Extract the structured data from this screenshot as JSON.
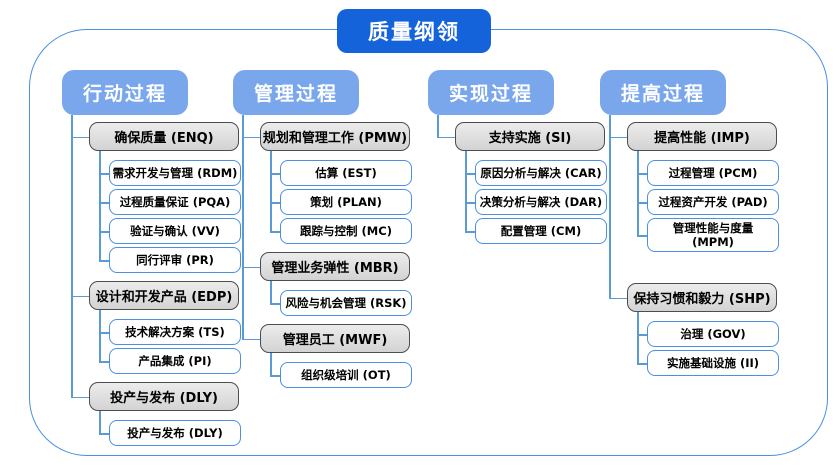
{
  "title": "质量纲领",
  "colors": {
    "title_bg": "#1463DB",
    "header_bg": "#7AA7EC",
    "group_fill": "#DCDCDC",
    "group_border": "#4D4D4D",
    "leaf_border": "#4A90E2",
    "connector": "#5B9BD5",
    "frame_border": "#4A90E2"
  },
  "columns": [
    {
      "header": "行动过程",
      "groups": [
        {
          "label": "确保质量 (ENQ)",
          "children": [
            "需求开发与管理 (RDM)",
            "过程质量保证 (PQA)",
            "验证与确认 (VV)",
            "同行评审 (PR)"
          ]
        },
        {
          "label": "设计和开发产品 (EDP)",
          "children": [
            "技术解决方案 (TS)",
            "产品集成 (PI)"
          ]
        },
        {
          "label": "投产与发布 (DLY)",
          "children": [
            "投产与发布 (DLY)"
          ]
        }
      ]
    },
    {
      "header": "管理过程",
      "groups": [
        {
          "label": "规划和管理工作 (PMW)",
          "children": [
            "估算 (EST)",
            "策划 (PLAN)",
            "跟踪与控制 (MC)"
          ]
        },
        {
          "label": "管理业务弹性 (MBR)",
          "children": [
            "风险与机会管理 (RSK)"
          ]
        },
        {
          "label": "管理员工 (MWF)",
          "children": [
            "组织级培训 (OT)"
          ]
        }
      ]
    },
    {
      "header": "实现过程",
      "groups": [
        {
          "label": "支持实施 (SI)",
          "children": [
            "原因分析与解决 (CAR)",
            "决策分析与解决 (DAR)",
            "配置管理 (CM)"
          ]
        }
      ]
    },
    {
      "header": "提高过程",
      "groups": [
        {
          "label": "提高性能 (IMP)",
          "children": [
            "过程管理 (PCM)",
            "过程资产开发 (PAD)",
            "管理性能与度量\n(MPM)"
          ]
        },
        {
          "label": "保持习惯和毅力 (SHP)",
          "children": [
            "治理 (GOV)",
            "实施基础设施 (II)"
          ]
        }
      ]
    }
  ]
}
